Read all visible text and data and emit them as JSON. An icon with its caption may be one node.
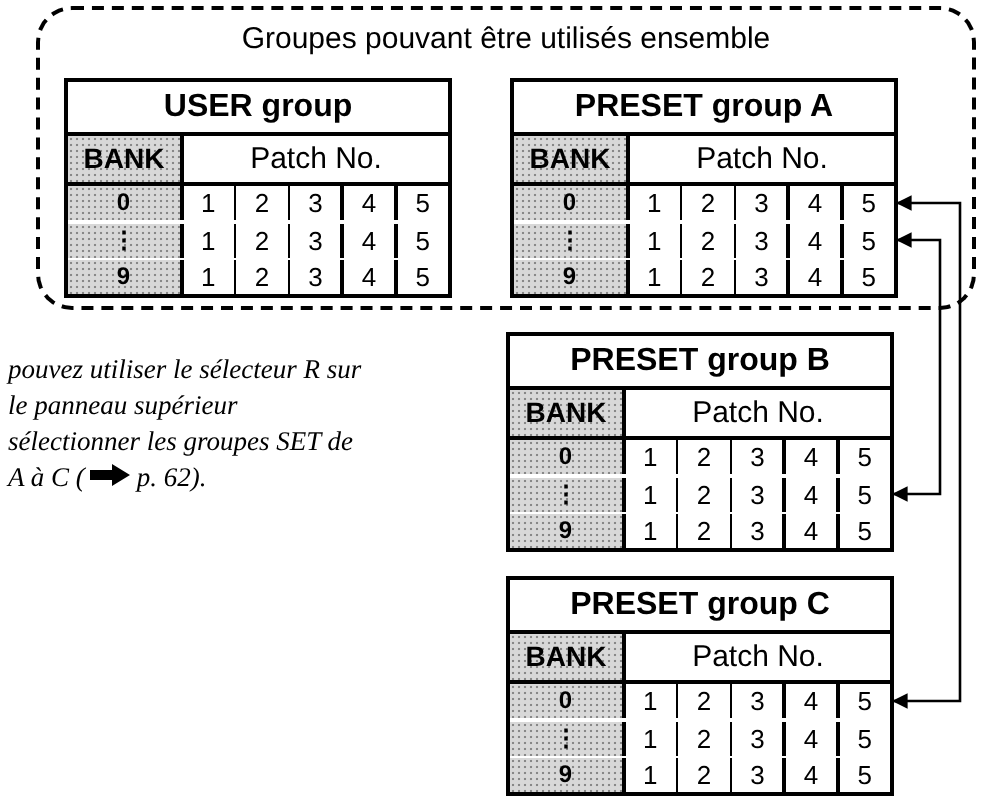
{
  "diagram": {
    "nodes": [
      {
        "text": [
          "Groupes pouvant être utilisés ensemble"
        ]
      },
      {
        "text": [
          "USER group",
          "BANK",
          "Patch No."
        ],
        "in": 0
      },
      {
        "text": [
          "0",
          "1",
          "2",
          "3",
          "4",
          "5"
        ],
        "in": 1
      },
      {
        "text": [
          "⋮",
          "1",
          "2",
          "3",
          "4",
          "5"
        ],
        "in": 1
      },
      {
        "text": [
          "9",
          "1",
          "2",
          "3",
          "4",
          "5"
        ],
        "in": 1
      },
      {
        "text": [
          "PRESET group A",
          "BANK",
          "Patch No."
        ],
        "in": 0
      },
      {
        "text": [
          "0",
          "1",
          "2",
          "3",
          "4",
          "5"
        ],
        "in": 5
      },
      {
        "text": [
          "⋮",
          "1",
          "2",
          "3",
          "4",
          "5"
        ],
        "in": 5
      },
      {
        "text": [
          "9",
          "1",
          "2",
          "3",
          "4",
          "5"
        ],
        "in": 5
      },
      {
        "text": [
          "PRESET group B",
          "BANK",
          "Patch No."
        ]
      },
      {
        "text": [
          "0",
          "1",
          "2",
          "3",
          "4",
          "5"
        ],
        "in": 9
      },
      {
        "text": [
          "⋮",
          "1",
          "2",
          "3",
          "4",
          "5"
        ],
        "in": 9
      },
      {
        "text": [
          "9",
          "1",
          "2",
          "3",
          "4",
          "5"
        ],
        "in": 9
      },
      {
        "text": [
          "PRESET group C",
          "BANK",
          "Patch No."
        ]
      },
      {
        "text": [
          "0",
          "1",
          "2",
          "3",
          "4",
          "5"
        ],
        "in": 13
      },
      {
        "text": [
          "⋮",
          "1",
          "2",
          "3",
          "4",
          "5"
        ],
        "in": 13
      },
      {
        "text": [
          "9",
          "1",
          "2",
          "3",
          "4",
          "5"
        ],
        "in": 13
      }
    ],
    "edges": [
      {
        "from": 6,
        "to": 14,
        "arrow": "both"
      },
      {
        "from": 7,
        "to": 11,
        "arrow": "both"
      }
    ],
    "labels": [
      "pouvez utiliser le sélecteur R sur le panneau supérieur sélectionner les groupes SET de A à C (",
      "p. 62)."
    ]
  }
}
